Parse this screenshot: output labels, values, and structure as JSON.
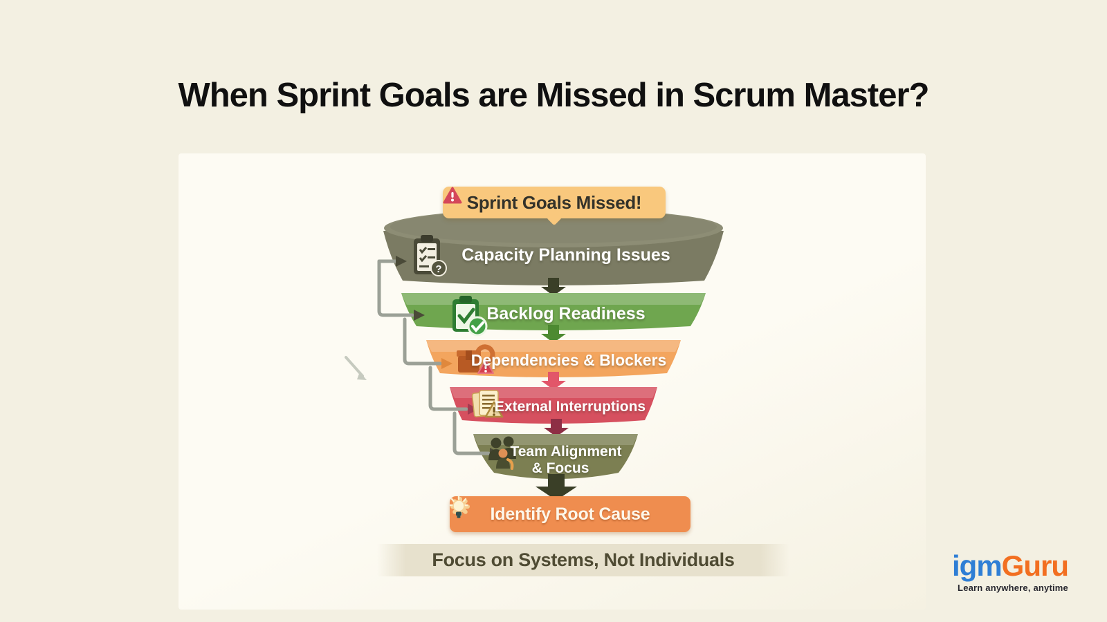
{
  "page": {
    "title": "When Sprint Goals are Missed in Scrum Master?",
    "background": "#f3f0e2"
  },
  "alert_banner": {
    "label": "Sprint Goals Missed!",
    "background": "#f9c87d",
    "icon": "warning-triangle-icon",
    "icon_color": "#d5475a",
    "text_color": "#33322a"
  },
  "funnel": {
    "mouth_color": "#8d8d75",
    "connector_color": "#9ba096",
    "connector_arrow_colors": [
      "#4a4a38",
      "#4a4a38",
      "#e0883c",
      "#a23a50",
      "#4a4a38"
    ],
    "flow_arrow_colors": [
      "#3a3f27",
      "#4d8a31",
      "#e25669",
      "#8e2f45",
      "#3a3f27"
    ],
    "tiers": [
      {
        "label": "Capacity Planning Issues",
        "color": "#7b7b63",
        "icon": "clipboard-question-icon"
      },
      {
        "label": "Backlog Readiness",
        "color": "#6fa64f",
        "icon": "clipboard-check-icon"
      },
      {
        "label": "Dependencies & Blockers",
        "color": "#f3a55e",
        "icon": "package-blocker-icon"
      },
      {
        "label": "External Interruptions",
        "color": "#d6505f",
        "icon": "documents-warning-icon"
      },
      {
        "label_line1": "Team Alignment",
        "label_line2": "& Focus",
        "color": "#7c7f52",
        "icon": "team-icon"
      }
    ]
  },
  "root_cause_banner": {
    "label": "Identify Root Cause",
    "background": "#ef8d4f",
    "icons": [
      "gear-icon",
      "lightbulb-icon"
    ]
  },
  "footer": {
    "label": "Focus on Systems, Not Individuals",
    "background": "#e7e1cd",
    "text_color": "#4f4b33"
  },
  "logo": {
    "part1": "igm",
    "part2": "Guru",
    "part1_color": "#2e7ed5",
    "part2_color": "#f26f21",
    "tagline": "Learn anywhere, anytime"
  }
}
